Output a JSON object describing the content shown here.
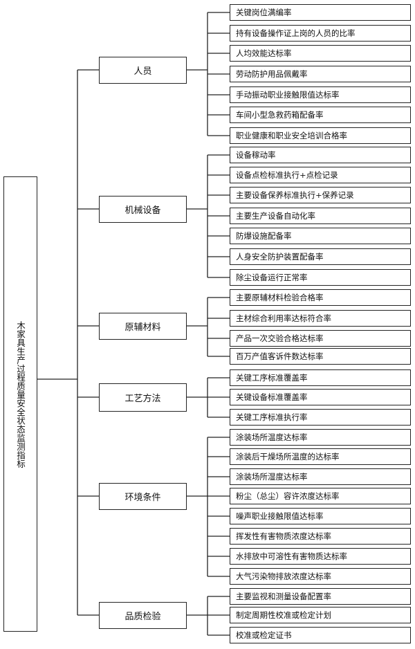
{
  "root": "木家具生产过程质量安全状态监测指标",
  "categories": [
    {
      "label": "人员",
      "items": [
        "关键岗位满编率",
        "持有设备操作证上岗的人员的比率",
        "人均效能达标率",
        "劳动防护用品佩戴率",
        "手动振动职业接触限值达标率",
        "车间小型急救药箱配备率",
        "职业健康和职业安全培训合格率"
      ]
    },
    {
      "label": "机械设备",
      "items": [
        "设备稼动率",
        "设备点检标准执行+点检记录",
        "主要设备保养标准执行+保养记录",
        "主要生产设备自动化率",
        "防爆设施配备率",
        "人身安全防护装置配备率",
        "除尘设备运行正常率"
      ]
    },
    {
      "label": "原辅材料",
      "items": [
        "主要原辅材料检验合格率",
        "主材综合利用率达标符合率",
        "产品一次交验合格达标率",
        "百万产值客诉件数达标率"
      ]
    },
    {
      "label": "工艺方法",
      "items": [
        "关键工序标准覆盖率",
        "关键设备标准覆盖率",
        "关键工序标准执行率"
      ]
    },
    {
      "label": "环境条件",
      "items": [
        "涂装场所温度达标率",
        "涂装后干燥场所温度的达标率",
        "涂装场所湿度达标率",
        "粉尘（总尘）容许浓度达标率",
        "噪声职业接触限值达标率",
        "挥发性有害物质浓度达标率",
        "水排放中可溶性有害物质达标率",
        "大气污染物排放浓度达标率"
      ]
    },
    {
      "label": "品质检验",
      "items": [
        "主要监视和测量设备配置率",
        "制定周期性校准或检定计划",
        "校准或检定证书"
      ]
    }
  ]
}
